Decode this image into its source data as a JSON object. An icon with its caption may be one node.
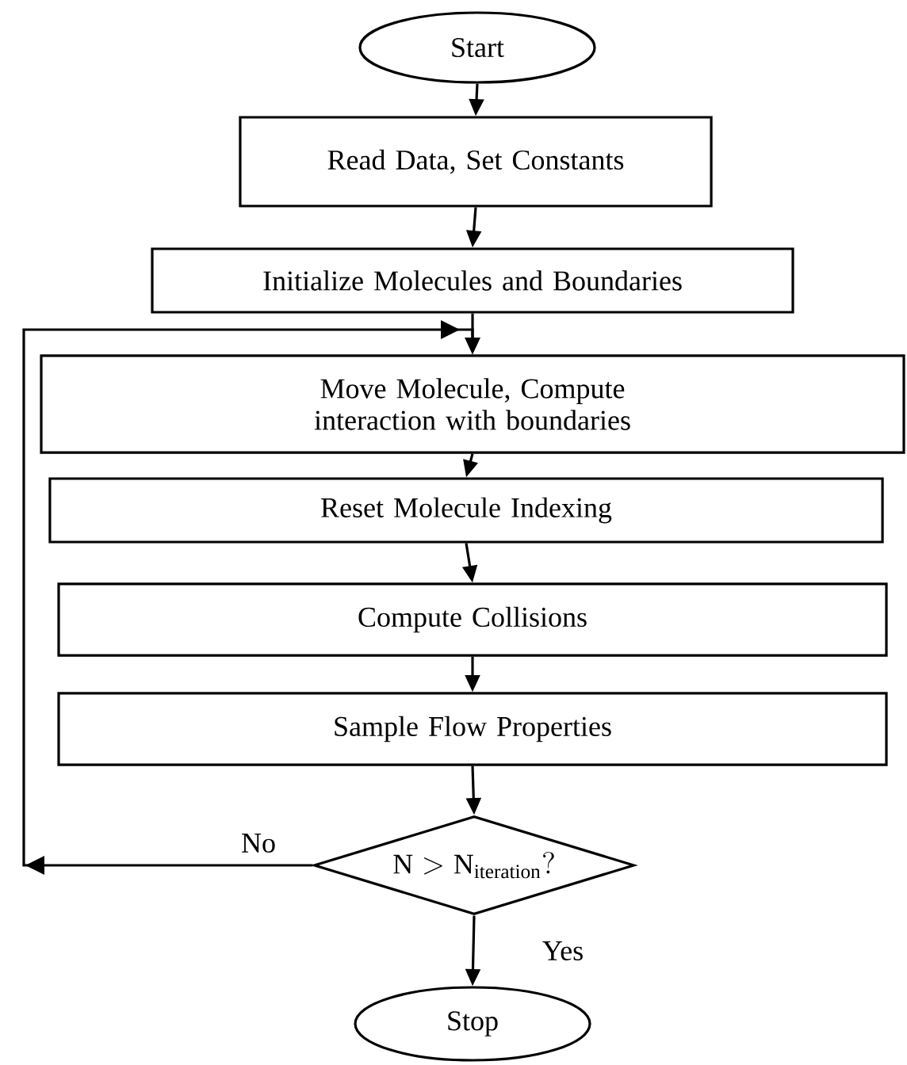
{
  "diagram": {
    "nodes": [
      {
        "text": [
          "Start"
        ]
      },
      {
        "text": [
          "Read Data, Set Constants"
        ]
      },
      {
        "text": [
          "Initialize Molecules and Boundaries"
        ]
      },
      {
        "text": [
          "Move Molecule, Compute interaction with boundaries"
        ]
      },
      {
        "text": [
          "Reset Molecule Indexing"
        ]
      },
      {
        "text": [
          "Compute Collisions"
        ]
      },
      {
        "text": [
          "Sample Flow Properties"
        ]
      },
      {
        "text": [
          "\\mathrm{N} > \\mathrm{N}_{\\mathrm{iteration}}?"
        ]
      },
      {
        "text": [
          "Stop"
        ]
      }
    ],
    "edges": [
      {
        "from": 0,
        "to": 1,
        "arrow": "to"
      },
      {
        "from": 1,
        "to": 2,
        "arrow": "to"
      },
      {
        "from": 2,
        "to": 3,
        "arrow": "to"
      },
      {
        "from": 3,
        "to": 4,
        "arrow": "to"
      },
      {
        "from": 4,
        "to": 5,
        "arrow": "to"
      },
      {
        "from": 5,
        "to": 6,
        "arrow": "to"
      },
      {
        "from": 6,
        "to": 7,
        "arrow": "to"
      },
      {
        "from": 7,
        "to": 3,
        "arrow": "to",
        "label": "No"
      },
      {
        "from": 7,
        "to": 8,
        "arrow": "to",
        "label": "Yes"
      }
    ]
  }
}
